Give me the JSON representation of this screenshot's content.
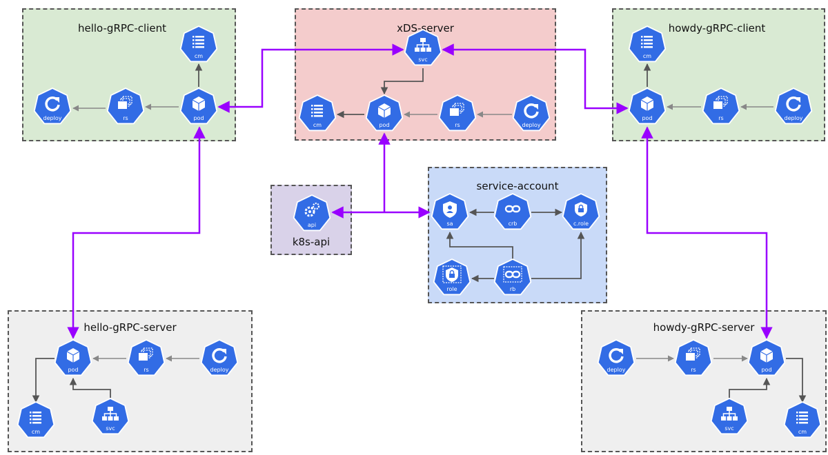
{
  "colors": {
    "green": "#d9ead3",
    "red": "#f4cccc",
    "gray": "#efefef",
    "blue": "#c9daf8",
    "purple": "#d9d2e9",
    "node": "#326ce5",
    "arrow_purple": "#9900ff",
    "arrow_gray": "#888888",
    "arrow_dark": "#555555"
  },
  "groups": {
    "hello_client": "hello-gRPC-client",
    "xds_server": "xDS-server",
    "howdy_client": "howdy-gRPC-client",
    "service_account": "service-account",
    "k8s_api": "k8s-api",
    "hello_server": "hello-gRPC-server",
    "howdy_server": "howdy-gRPC-server"
  },
  "nodes": [
    {
      "id": "hc-cm",
      "type": "cm",
      "label": "cm",
      "icon": "list-icon"
    },
    {
      "id": "hc-pod",
      "type": "pod",
      "label": "pod",
      "icon": "cube-icon"
    },
    {
      "id": "hc-rs",
      "type": "rs",
      "label": "rs",
      "icon": "stacked-boxes-icon"
    },
    {
      "id": "hc-deploy",
      "type": "deploy",
      "label": "deploy",
      "icon": "refresh-icon"
    },
    {
      "id": "xs-svc",
      "type": "svc",
      "label": "svc",
      "icon": "hierarchy-icon"
    },
    {
      "id": "xs-cm",
      "type": "cm",
      "label": "cm",
      "icon": "list-icon"
    },
    {
      "id": "xs-pod",
      "type": "pod",
      "label": "pod",
      "icon": "cube-icon"
    },
    {
      "id": "xs-rs",
      "type": "rs",
      "label": "rs",
      "icon": "stacked-boxes-icon"
    },
    {
      "id": "xs-deploy",
      "type": "deploy",
      "label": "deploy",
      "icon": "refresh-icon"
    },
    {
      "id": "wc-cm",
      "type": "cm",
      "label": "cm",
      "icon": "list-icon"
    },
    {
      "id": "wc-pod",
      "type": "pod",
      "label": "pod",
      "icon": "cube-icon"
    },
    {
      "id": "wc-rs",
      "type": "rs",
      "label": "rs",
      "icon": "stacked-boxes-icon"
    },
    {
      "id": "wc-deploy",
      "type": "deploy",
      "label": "deploy",
      "icon": "refresh-icon"
    },
    {
      "id": "k8-api",
      "type": "api",
      "label": "api",
      "icon": "gears-icon"
    },
    {
      "id": "sa-sa",
      "type": "sa",
      "label": "sa",
      "icon": "user-shield-icon"
    },
    {
      "id": "sa-crb",
      "type": "crb",
      "label": "crb",
      "icon": "link-icon"
    },
    {
      "id": "sa-crole",
      "type": "crole",
      "label": "c.role",
      "icon": "lock-shield-icon"
    },
    {
      "id": "sa-role",
      "type": "role",
      "label": "role",
      "icon": "lock-shield-icon"
    },
    {
      "id": "sa-rb",
      "type": "rb",
      "label": "rb",
      "icon": "link-icon"
    },
    {
      "id": "hs-pod",
      "type": "pod",
      "label": "pod",
      "icon": "cube-icon"
    },
    {
      "id": "hs-rs",
      "type": "rs",
      "label": "rs",
      "icon": "stacked-boxes-icon"
    },
    {
      "id": "hs-deploy",
      "type": "deploy",
      "label": "deploy",
      "icon": "refresh-icon"
    },
    {
      "id": "hs-cm",
      "type": "cm",
      "label": "cm",
      "icon": "list-icon"
    },
    {
      "id": "hs-svc",
      "type": "svc",
      "label": "svc",
      "icon": "hierarchy-icon"
    },
    {
      "id": "ws-deploy",
      "type": "deploy",
      "label": "deploy",
      "icon": "refresh-icon"
    },
    {
      "id": "ws-rs",
      "type": "rs",
      "label": "rs",
      "icon": "stacked-boxes-icon"
    },
    {
      "id": "ws-pod",
      "type": "pod",
      "label": "pod",
      "icon": "cube-icon"
    },
    {
      "id": "ws-svc",
      "type": "svc",
      "label": "svc",
      "icon": "hierarchy-icon"
    },
    {
      "id": "ws-cm",
      "type": "cm",
      "label": "cm",
      "icon": "list-icon"
    }
  ],
  "edges": [
    {
      "from": "hc-pod",
      "to": "hc-cm",
      "style": "dark"
    },
    {
      "from": "hc-pod",
      "to": "hc-rs",
      "style": "gray"
    },
    {
      "from": "hc-rs",
      "to": "hc-deploy",
      "style": "gray"
    },
    {
      "from": "xs-svc",
      "to": "xs-pod",
      "style": "dark"
    },
    {
      "from": "xs-pod",
      "to": "xs-cm",
      "style": "dark"
    },
    {
      "from": "xs-rs",
      "to": "xs-pod",
      "style": "gray"
    },
    {
      "from": "xs-deploy",
      "to": "xs-rs",
      "style": "gray"
    },
    {
      "from": "wc-pod",
      "to": "wc-cm",
      "style": "dark"
    },
    {
      "from": "wc-rs",
      "to": "wc-pod",
      "style": "gray"
    },
    {
      "from": "wc-deploy",
      "to": "wc-rs",
      "style": "gray"
    },
    {
      "from": "sa-crb",
      "to": "sa-sa",
      "style": "dark"
    },
    {
      "from": "sa-crb",
      "to": "sa-crole",
      "style": "dark"
    },
    {
      "from": "sa-rb",
      "to": "sa-sa",
      "style": "dark"
    },
    {
      "from": "sa-rb",
      "to": "sa-role",
      "style": "dark"
    },
    {
      "from": "sa-rb",
      "to": "sa-crole",
      "style": "dark"
    },
    {
      "from": "hs-rs",
      "to": "hs-pod",
      "style": "gray"
    },
    {
      "from": "hs-deploy",
      "to": "hs-rs",
      "style": "gray"
    },
    {
      "from": "hs-pod",
      "to": "hs-cm",
      "style": "dark"
    },
    {
      "from": "hs-svc",
      "to": "hs-pod",
      "style": "dark"
    },
    {
      "from": "ws-deploy",
      "to": "ws-rs",
      "style": "gray"
    },
    {
      "from": "ws-rs",
      "to": "ws-pod",
      "style": "gray"
    },
    {
      "from": "ws-pod",
      "to": "ws-cm",
      "style": "dark"
    },
    {
      "from": "ws-svc",
      "to": "ws-pod",
      "style": "dark"
    },
    {
      "from": "hc-pod",
      "to": "xs-svc",
      "style": "purple",
      "bidirectional": true
    },
    {
      "from": "wc-pod",
      "to": "xs-svc",
      "style": "purple",
      "bidirectional": true
    },
    {
      "from": "hc-pod",
      "to": "hs-pod",
      "style": "purple",
      "bidirectional": true
    },
    {
      "from": "wc-pod",
      "to": "ws-pod",
      "style": "purple",
      "bidirectional": true
    },
    {
      "from": "k8-api",
      "to": "sa-sa",
      "style": "purple",
      "bidirectional": true
    },
    {
      "from": "k8-api",
      "to": "xs-pod",
      "style": "purple"
    }
  ]
}
